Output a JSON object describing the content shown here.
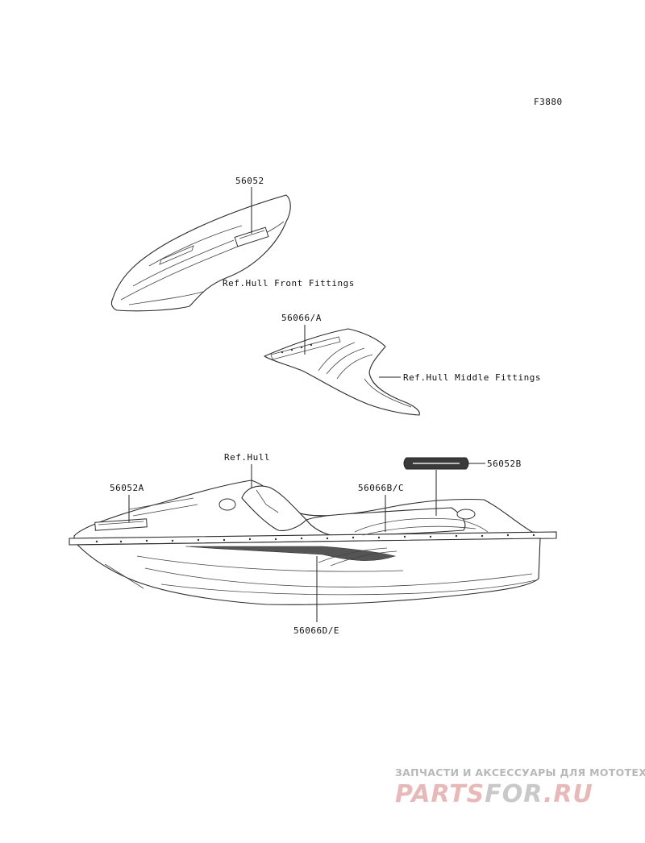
{
  "figure_code": "F3880",
  "callouts": {
    "front_part": "56052",
    "front_ref": "Ref.Hull Front Fittings",
    "middle_part": "56066/A",
    "middle_ref": "Ref.Hull Middle Fittings",
    "hull_ref": "Ref.Hull",
    "rear_logo_part": "56052B",
    "bow_part": "56052A",
    "side_stripe_upper": "56066B/C",
    "side_stripe_lower": "56066D/E"
  },
  "watermark": {
    "tagline": "ЗАПЧАСТИ И АКСЕССУАРЫ ДЛЯ МОТОТЕХНИКИ",
    "brand_part1": "PARTS",
    "brand_part2": "FOR",
    "brand_part3": ".RU",
    "colors": {
      "primary": "#e8b9b9",
      "secondary": "#c9c9c9"
    }
  }
}
